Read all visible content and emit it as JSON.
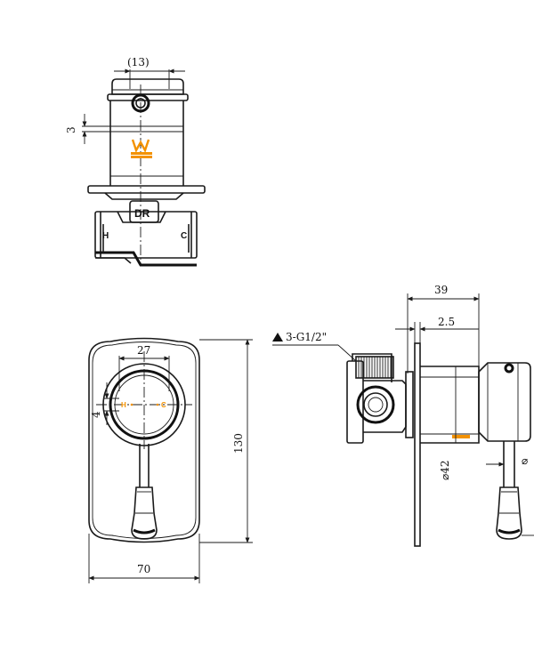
{
  "colors": {
    "line": "#1a1a1a",
    "accent": "#f39200",
    "background": "#ffffff"
  },
  "icons": {
    "brand_logo": "wm-logo-icon",
    "thread_marker": "triangle-icon"
  },
  "top_view": {
    "dim_width": "(13)",
    "dim_height": "3",
    "label_center": "DR",
    "label_hot": "H",
    "label_cold": "C"
  },
  "front_view": {
    "dim_dial": "27",
    "dim_gap": "4",
    "dim_height": "130",
    "dim_width": "70",
    "label_hot": "H",
    "label_cold": "C"
  },
  "side_view": {
    "dim_depth": "39",
    "dim_plate": "2.5",
    "dim_thread": "3-G1/2\"",
    "dim_diameter": "⌀42",
    "dim_handle": "⌀"
  }
}
